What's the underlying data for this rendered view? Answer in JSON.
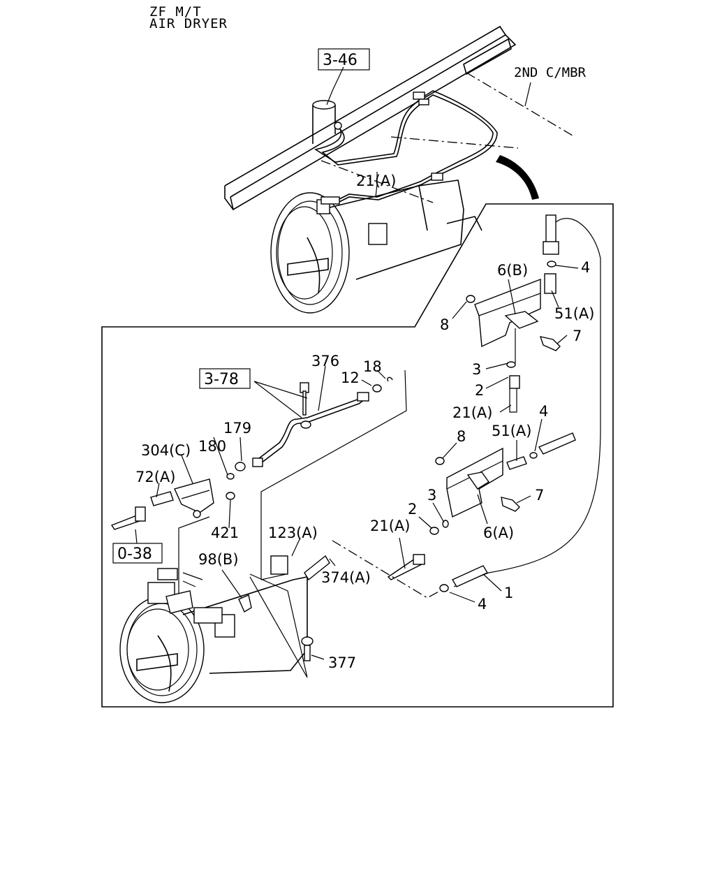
{
  "header": {
    "line1": "ZF M/T",
    "line2": "AIR DRYER"
  },
  "refs": {
    "r346": "3-46",
    "r378": "3-78",
    "r038": "0-38"
  },
  "frame_label": "2ND C/MBR",
  "callouts": {
    "c21a_top": "21(A)",
    "c4_top": "4",
    "c6b": "6(B)",
    "c51a_top": "51(A)",
    "c8_top": "8",
    "c7_top": "7",
    "c3_top": "3",
    "c2_top": "2",
    "c21a_mid": "21(A)",
    "c4_mid": "4",
    "c51a_mid": "51(A)",
    "c8_mid": "8",
    "c7_mid": "7",
    "c3_mid": "3",
    "c2_mid": "2",
    "c21a_low": "21(A)",
    "c6a": "6(A)",
    "c1": "1",
    "c4_low": "4",
    "c376": "376",
    "c18": "18",
    "c12": "12",
    "c179": "179",
    "c180": "180",
    "c304c": "304(C)",
    "c72a": "72(A)",
    "c421": "421",
    "c123a": "123(A)",
    "c98b": "98(B)",
    "c374a": "374(A)",
    "c377": "377"
  }
}
